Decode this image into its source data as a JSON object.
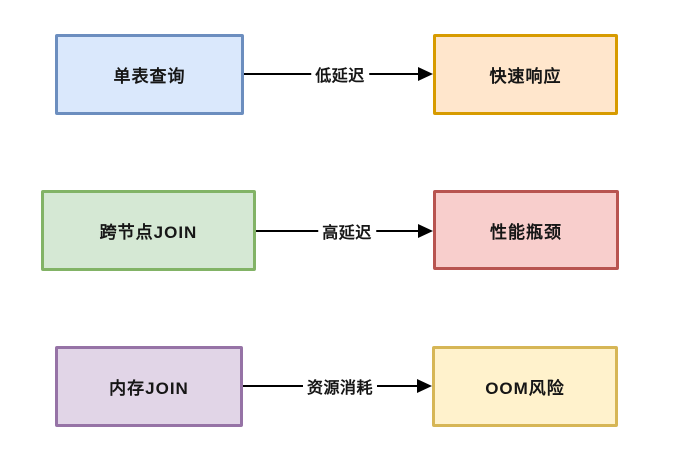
{
  "diagram": {
    "type": "flowchart",
    "background": "#ffffff",
    "text_color": "#161616",
    "arrow_color": "#000000",
    "rows": [
      {
        "source": {
          "label": "单表查询",
          "fill": "#dae8fc",
          "stroke": "#6c8ebf"
        },
        "edge": {
          "label": "低延迟"
        },
        "target": {
          "label": "快速响应",
          "fill": "#ffe6cc",
          "stroke": "#d79b00"
        }
      },
      {
        "source": {
          "label": "跨节点JOIN",
          "fill": "#d5e8d4",
          "stroke": "#82b366"
        },
        "edge": {
          "label": "高延迟"
        },
        "target": {
          "label": "性能瓶颈",
          "fill": "#f8cecc",
          "stroke": "#b85450"
        }
      },
      {
        "source": {
          "label": "内存JOIN",
          "fill": "#e1d5e7",
          "stroke": "#9673a6"
        },
        "edge": {
          "label": "资源消耗"
        },
        "target": {
          "label": "OOM风险",
          "fill": "#fff2cc",
          "stroke": "#d6b656"
        }
      }
    ]
  }
}
